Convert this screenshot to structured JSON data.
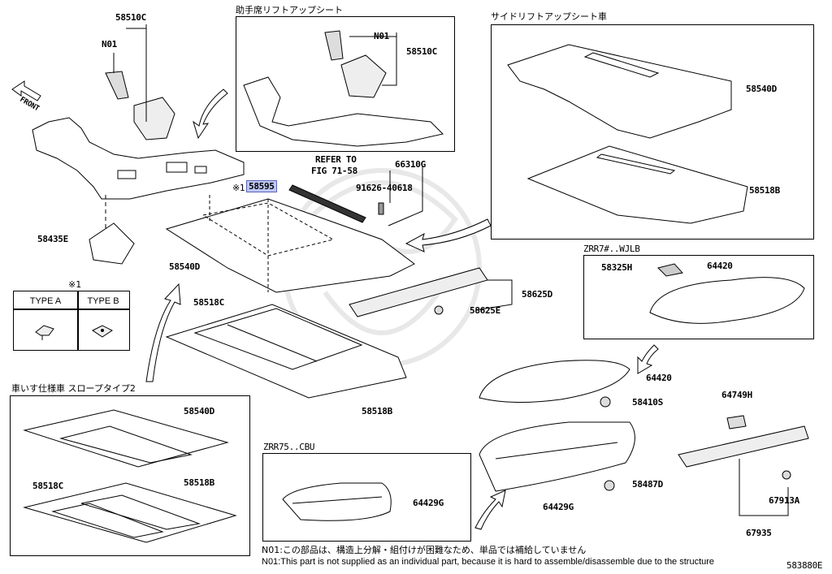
{
  "part_labels": {
    "p58510C_a": "58510C",
    "n01_a": "N01",
    "front": "FRONT",
    "p58435E": "58435E",
    "star1_mark": "※1",
    "p58595": "58595",
    "refer_to": "REFER TO",
    "fig": "FIG 71-58",
    "p66310G": "66310G",
    "p91626": "91626-40618",
    "p58540D_a": "58540D",
    "p58518C_a": "58518C",
    "p58518B_a": "58518B",
    "p58625D": "58625D",
    "p58625E": "58625E",
    "n01_b": "N01",
    "p58510C_b": "58510C",
    "p58540D_b": "58540D",
    "p58518B_b": "58518B",
    "p58325H": "58325H",
    "p64420_a": "64420",
    "p64420_b": "64420",
    "p58410S": "58410S",
    "p64749H": "64749H",
    "p64429G_a": "64429G",
    "p64429G_b": "64429G",
    "p58487D": "58487D",
    "p67913A": "67913A",
    "p67935": "67935",
    "p58540D_c": "58540D",
    "p58518C_c": "58518C",
    "p58518B_c": "58518B"
  },
  "boxes": {
    "passenger_lift": "助手席リフトアップシート",
    "side_lift": "サイドリフトアップシート車",
    "zrr7": "ZRR7#..WJLB",
    "wheelchair": "車いす仕様車  スロープタイプ2",
    "zrr75": "ZRR75..CBU"
  },
  "type_table": {
    "marker": "※1",
    "type_a": "TYPE A",
    "type_b": "TYPE B"
  },
  "notes": {
    "jp": "N01:この部品は、構造上分解・組付けが困難なため、単品では補給していません",
    "en": "N01:This part is not supplied as an individual part, because it is hard to assemble/disassemble due to the structure"
  },
  "diagram_id": "583880E",
  "highlight_color": "#bfc7f5"
}
